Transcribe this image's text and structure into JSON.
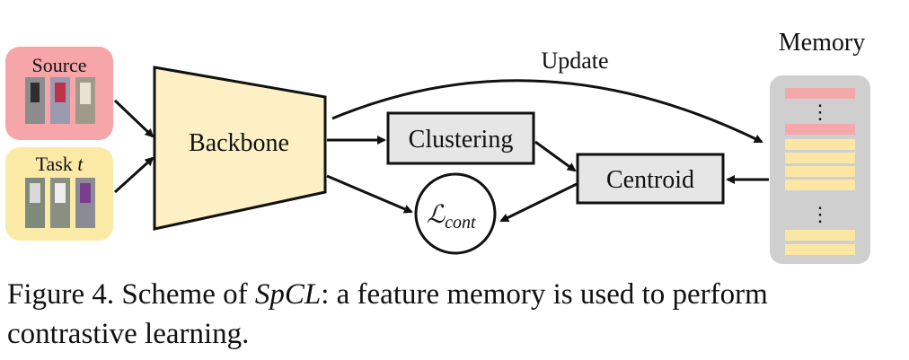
{
  "diagram": {
    "source_label": "Source",
    "task_label": "Task",
    "task_var": "t",
    "backbone_label": "Backbone",
    "clustering_label": "Clustering",
    "centroid_label": "Centroid",
    "loss_symbol": "ℒ",
    "loss_subscript": "cont",
    "update_label": "Update",
    "memory_label": "Memory",
    "colors": {
      "source_bg": "#f6a6a8",
      "task_bg": "#fbeaa5",
      "backbone_fill": "#fdf0c4",
      "box_fill": "#e6e6e6",
      "memory_bg": "#cfcfcf",
      "memory_row_red": "#f4a8a9",
      "memory_row_yellow": "#fbe7a3"
    }
  },
  "caption": {
    "prefix": "Figure 4.  Scheme of ",
    "method": "SpCL",
    "suffix": ": a feature memory is used to perform contrastive learning."
  }
}
